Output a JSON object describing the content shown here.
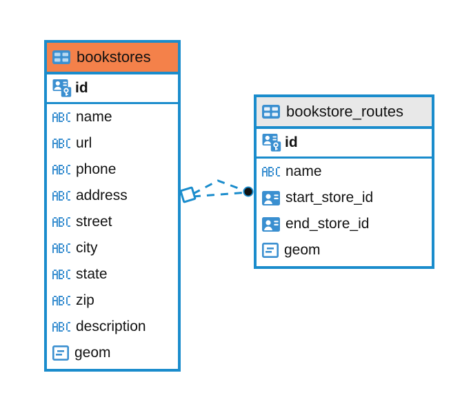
{
  "diagram": {
    "type": "entity-relationship-diagram",
    "background": "#ffffff",
    "border_color": "#1a8ccc",
    "icon_color": "#3a8fd0",
    "text_color": "#111111"
  },
  "entities": [
    {
      "name": "bookstores",
      "header_color": "#f4814a",
      "header_icon": "table-icon",
      "fields": [
        {
          "name": "id",
          "icon": "primary-key-icon",
          "key": "primary"
        },
        {
          "name": "name",
          "icon": "abc-text-icon",
          "key": "none"
        },
        {
          "name": "url",
          "icon": "abc-text-icon",
          "key": "none"
        },
        {
          "name": "phone",
          "icon": "abc-text-icon",
          "key": "none"
        },
        {
          "name": "address",
          "icon": "abc-text-icon",
          "key": "none"
        },
        {
          "name": "street",
          "icon": "abc-text-icon",
          "key": "none"
        },
        {
          "name": "city",
          "icon": "abc-text-icon",
          "key": "none"
        },
        {
          "name": "state",
          "icon": "abc-text-icon",
          "key": "none"
        },
        {
          "name": "zip",
          "icon": "abc-text-icon",
          "key": "none"
        },
        {
          "name": "description",
          "icon": "abc-text-icon",
          "key": "none"
        },
        {
          "name": "geom",
          "icon": "geometry-icon",
          "key": "none"
        }
      ]
    },
    {
      "name": "bookstore_routes",
      "header_color": "#e8e8e8",
      "header_icon": "table-icon",
      "fields": [
        {
          "name": "id",
          "icon": "primary-key-icon",
          "key": "primary"
        },
        {
          "name": "name",
          "icon": "abc-text-icon",
          "key": "none"
        },
        {
          "name": "start_store_id",
          "icon": "foreign-key-icon",
          "key": "foreign"
        },
        {
          "name": "end_store_id",
          "icon": "foreign-key-icon",
          "key": "foreign"
        },
        {
          "name": "geom",
          "icon": "geometry-icon",
          "key": "none"
        }
      ]
    }
  ],
  "relationship": {
    "line_style": "dashed",
    "line_color": "#1a8ccc",
    "source_marker": "diamond-outline-marker",
    "target_marker": "filled-circle-marker",
    "target_marker_color": "#121212"
  }
}
